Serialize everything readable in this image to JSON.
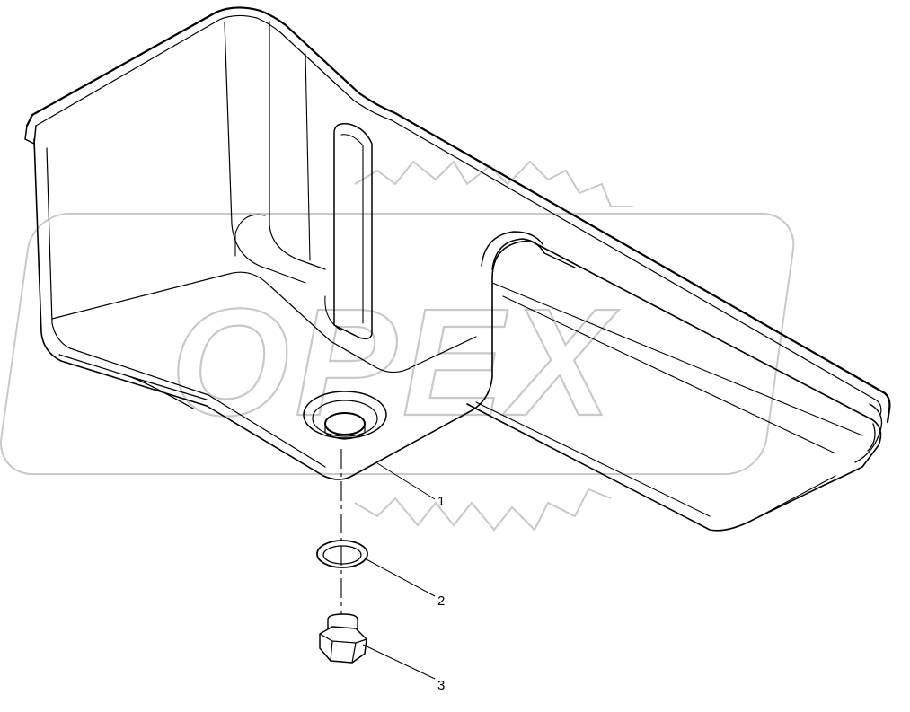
{
  "watermark": {
    "text": "OPEX"
  },
  "corner_mark": "",
  "callouts": [
    {
      "id": "1",
      "label": "1"
    },
    {
      "id": "2",
      "label": "2"
    },
    {
      "id": "3",
      "label": "3"
    }
  ],
  "colors": {
    "line": "#000000",
    "watermark": "#c8c8c8",
    "background": "#ffffff"
  }
}
